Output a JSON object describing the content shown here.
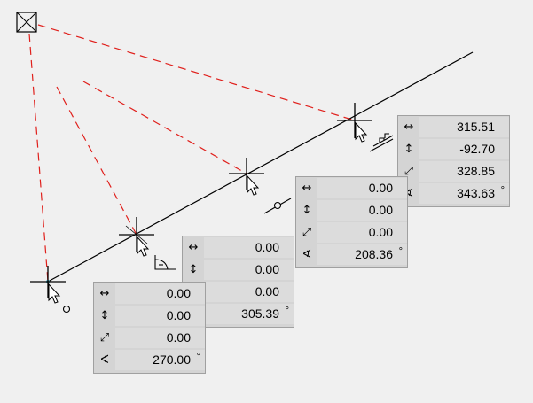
{
  "colors": {
    "background": "#f0f0f0",
    "dashed_line": "#e0201c",
    "line": "#000000",
    "panel": "#d4d4d4",
    "value_cell": "#dcdcdc"
  },
  "icons": {
    "origin": "crossed-box-icon",
    "row_horizontal": "double-arrow-horizontal-icon",
    "row_vertical": "double-arrow-vertical-icon",
    "row_distance": "diagonal-arrow-icon",
    "row_angle": "angle-icon"
  },
  "readouts": [
    {
      "dx": "0.00",
      "dy": "0.00",
      "dist": "0.00",
      "angle": "270.00",
      "deg": "°",
      "snap_icon": "circle-snap-icon"
    },
    {
      "dx": "0.00",
      "dy": "0.00",
      "dist": "0.00",
      "angle": "305.39",
      "deg": "°",
      "snap_icon": "angle-snap-icon"
    },
    {
      "dx": "0.00",
      "dy": "0.00",
      "dist": "0.00",
      "angle": "208.36",
      "deg": "°",
      "snap_icon": "line-point-snap-icon"
    },
    {
      "dx": "315.51",
      "dy": "-92.70",
      "dist": "328.85",
      "angle": "343.63",
      "deg": "°",
      "snap_icon": "parallel-snap-icon"
    }
  ]
}
